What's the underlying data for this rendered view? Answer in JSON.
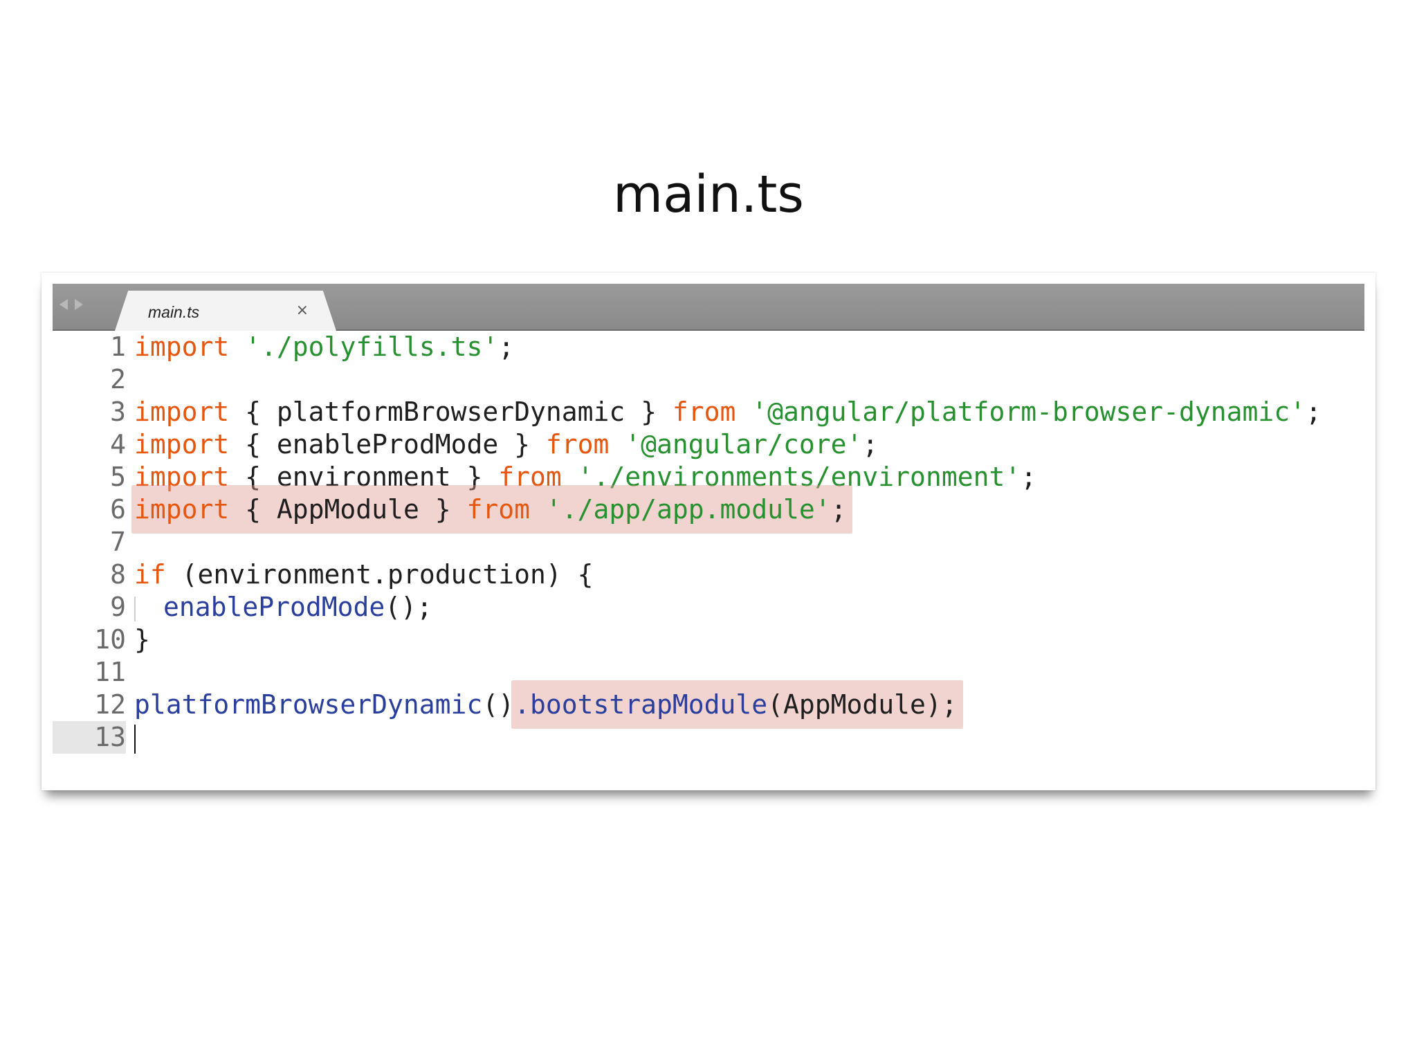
{
  "slide": {
    "title": "main.ts"
  },
  "editor": {
    "tab": {
      "label": "main.ts",
      "close": "×"
    },
    "current_line": 13,
    "lines": [
      {
        "number": "1",
        "tokens": [
          [
            "kw",
            "import"
          ],
          [
            "plain",
            " "
          ],
          [
            "str",
            "'./polyfills.ts'"
          ],
          [
            "plain",
            ";"
          ]
        ]
      },
      {
        "number": "2",
        "tokens": []
      },
      {
        "number": "3",
        "tokens": [
          [
            "kw",
            "import"
          ],
          [
            "plain",
            " { platformBrowserDynamic } "
          ],
          [
            "kw",
            "from"
          ],
          [
            "plain",
            " "
          ],
          [
            "str",
            "'@angular/platform-browser-dynamic'"
          ],
          [
            "plain",
            ";"
          ]
        ]
      },
      {
        "number": "4",
        "tokens": [
          [
            "kw",
            "import"
          ],
          [
            "plain",
            " { enableProdMode } "
          ],
          [
            "kw",
            "from"
          ],
          [
            "plain",
            " "
          ],
          [
            "str",
            "'@angular/core'"
          ],
          [
            "plain",
            ";"
          ]
        ]
      },
      {
        "number": "5",
        "tokens": [
          [
            "kw",
            "import"
          ],
          [
            "plain",
            " { environment } "
          ],
          [
            "kw",
            "from"
          ],
          [
            "plain",
            " "
          ],
          [
            "str",
            "'./environments/environment'"
          ],
          [
            "plain",
            ";"
          ]
        ]
      },
      {
        "number": "6",
        "tokens": [
          [
            "kw",
            "import"
          ],
          [
            "plain",
            " { AppModule } "
          ],
          [
            "kw",
            "from"
          ],
          [
            "plain",
            " "
          ],
          [
            "str",
            "'./app/app.module'"
          ],
          [
            "plain",
            ";"
          ]
        ],
        "highlight": "full"
      },
      {
        "number": "7",
        "tokens": []
      },
      {
        "number": "8",
        "tokens": [
          [
            "kw",
            "if"
          ],
          [
            "plain",
            " (environment.production) {"
          ]
        ]
      },
      {
        "number": "9",
        "indent": true,
        "tokens": [
          [
            "fn",
            "enableProdMode"
          ],
          [
            "plain",
            "();"
          ]
        ]
      },
      {
        "number": "10",
        "tokens": [
          [
            "plain",
            "}"
          ]
        ]
      },
      {
        "number": "11",
        "tokens": []
      },
      {
        "number": "12",
        "tokens": [
          [
            "fn",
            "platformBrowserDynamic"
          ],
          [
            "plain",
            "()"
          ],
          [
            "fn",
            ".bootstrapModule"
          ],
          [
            "plain",
            "(AppModule);"
          ]
        ],
        "highlight": "partial"
      },
      {
        "number": "13",
        "tokens": [],
        "caret": true
      }
    ],
    "highlight_color": "#de968c"
  }
}
